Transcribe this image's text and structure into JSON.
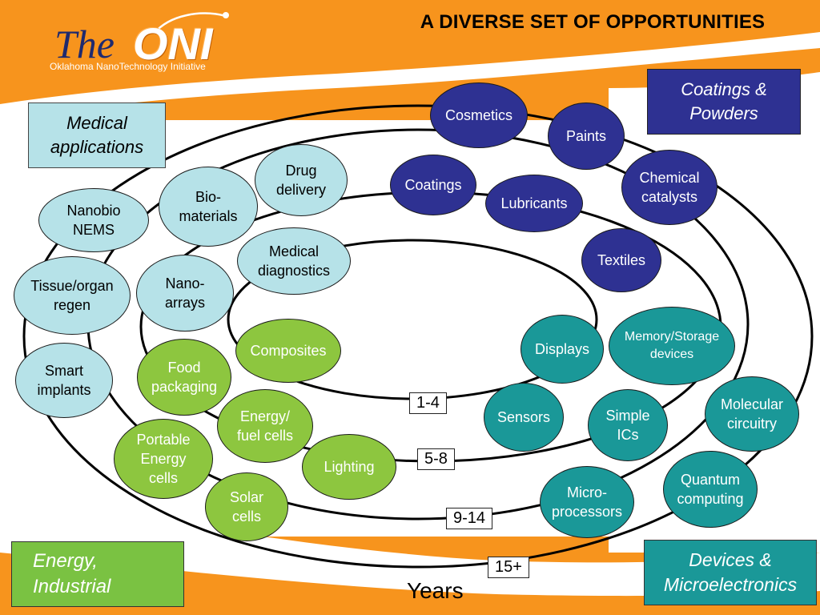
{
  "title": "A DIVERSE SET OF OPPORTUNITIES",
  "logo": {
    "the": "The",
    "oni": "ONI",
    "subtitle": "Oklahoma NanoTechnology Initiative"
  },
  "colors": {
    "background": "#f7941d",
    "white_band": "#ffffff",
    "medical": "#b6e2e8",
    "coatings": "#2e3192",
    "energy": "#8dc63f",
    "devices": "#1a9898"
  },
  "category_boxes": {
    "medical": "Medical\napplications",
    "coatings": "Coatings &\nPowders",
    "energy": "Energy,\nIndustrial",
    "devices": "Devices &\nMicroelectronics"
  },
  "ring_labels": [
    "1-4",
    "5-8",
    "9-14",
    "15+"
  ],
  "axis_label": "Years",
  "bubbles": {
    "cosmetics": "Cosmetics",
    "paints": "Paints",
    "coatings": "Coatings",
    "lubricants": "Lubricants",
    "chemical_catalysts": "Chemical\ncatalysts",
    "textiles": "Textiles",
    "drug_delivery": "Drug\ndelivery",
    "bio_materials": "Bio-\nmaterials",
    "nanobio_nems": "Nanobio\nNEMS",
    "medical_diagnostics": "Medical\ndiagnostics",
    "nano_arrays": "Nano-\narrays",
    "tissue_organ_regen": "Tissue/organ\nregen",
    "smart_implants": "Smart\nimplants",
    "composites": "Composites",
    "food_packaging": "Food\npackaging",
    "energy_fuel_cells": "Energy/\nfuel cells",
    "portable_energy_cells": "Portable\nEnergy\ncells",
    "lighting": "Lighting",
    "solar_cells": "Solar\ncells",
    "displays": "Displays",
    "memory_storage": "Memory/Storage\ndevices",
    "sensors": "Sensors",
    "simple_ics": "Simple\nICs",
    "molecular_circuitry": "Molecular\ncircuitry",
    "micro_processors": "Micro-\nprocessors",
    "quantum_computing": "Quantum\ncomputing"
  }
}
